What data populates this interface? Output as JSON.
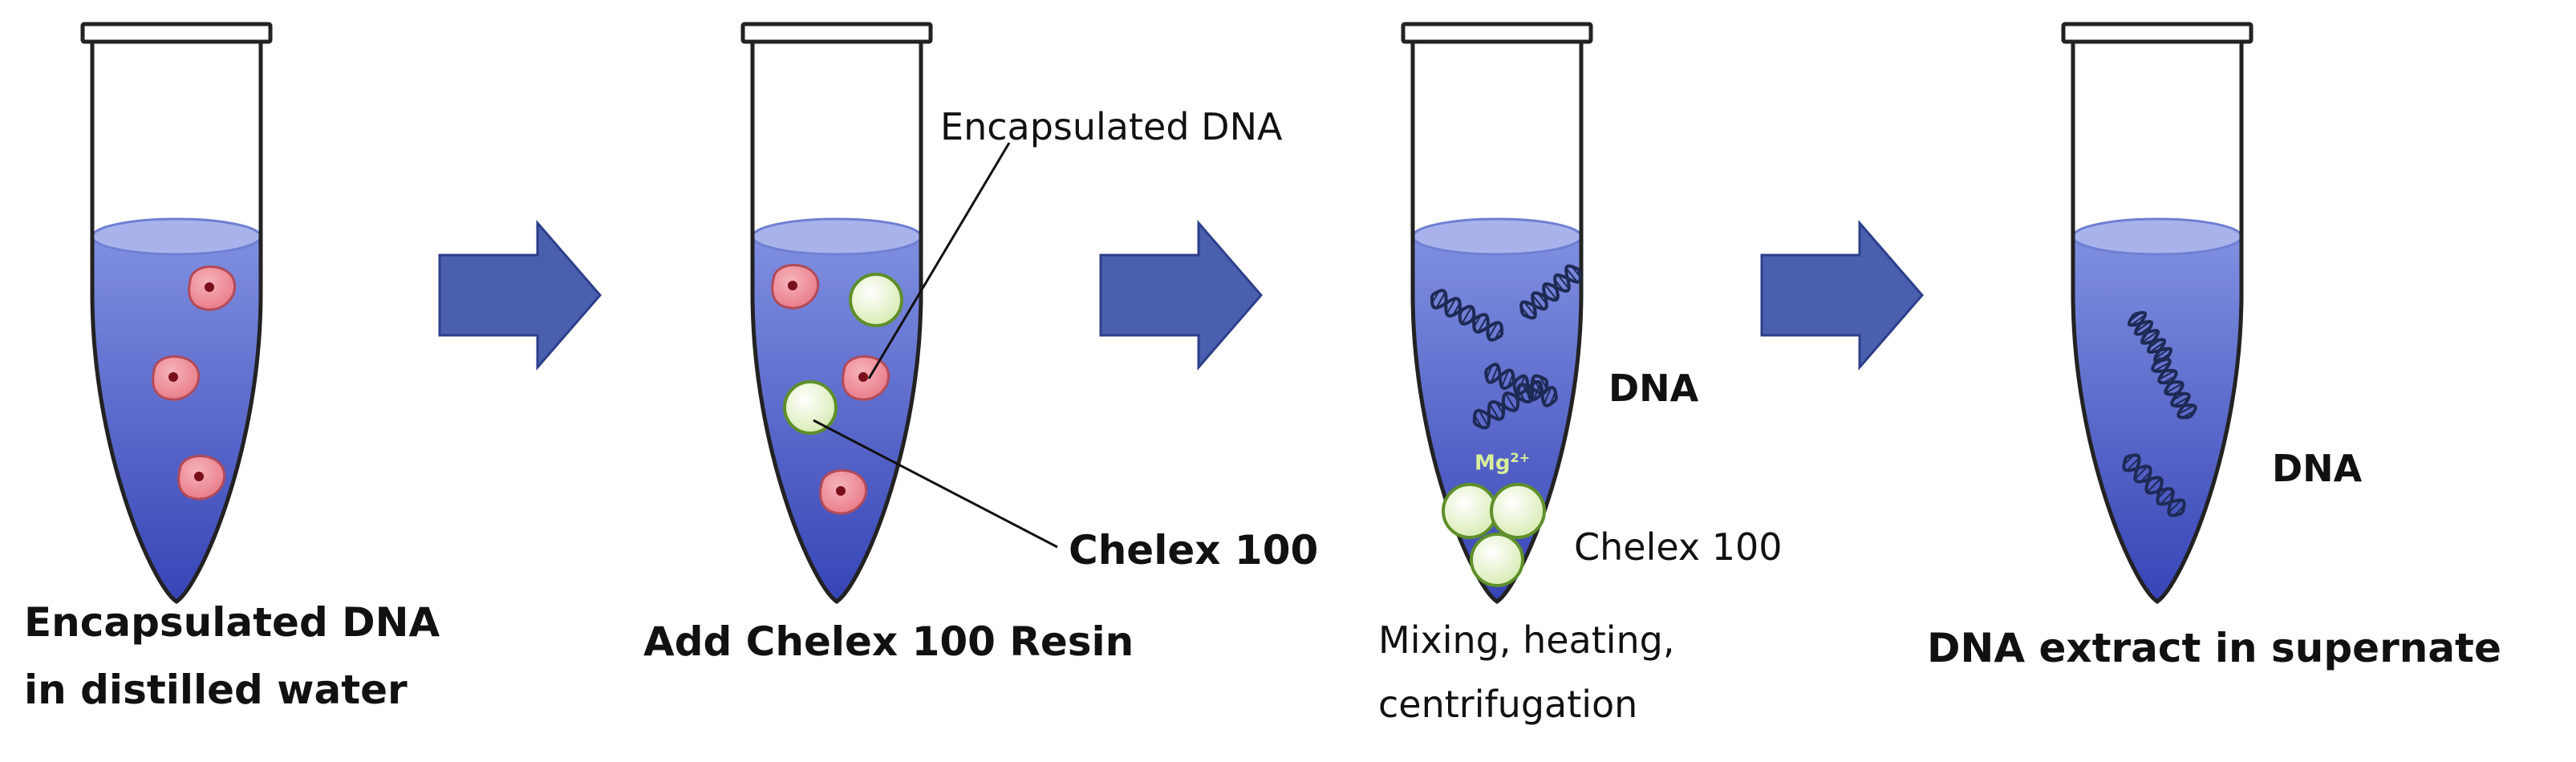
{
  "steps": [
    {
      "caption_line1": "Encapsulated DNA",
      "caption_line2": "in distilled water"
    },
    {
      "caption": "Add Chelex 100 Resin",
      "callout_capsule": "Encapsulated DNA",
      "callout_resin": "Chelex 100"
    },
    {
      "caption_line1": "Mixing, heating,",
      "caption_line2": "centrifugation",
      "dna_label": "DNA",
      "resin_label": "Chelex 100",
      "ion_label": "Mg",
      "ion_charge": "2+"
    },
    {
      "caption": "DNA extract in supernate",
      "dna_label": "DNA"
    }
  ],
  "colors": {
    "liquid_top": "#7f8fe0",
    "liquid_bottom": "#3744b6",
    "cell_fill": "#e87a86",
    "cell_nucleus": "#7a0f1c",
    "bead_fill": "#e6f4c8",
    "bead_stroke": "#5f8f2a",
    "arrow_fill": "#4a5fae",
    "arrow_stroke": "#2d3f8a",
    "tube_stroke": "#222222",
    "dna_strand": "#1d2a55"
  },
  "icons": [
    "tube-icon",
    "arrow-right-icon",
    "cell-capsule-icon",
    "resin-bead-icon",
    "dna-helix-icon"
  ]
}
